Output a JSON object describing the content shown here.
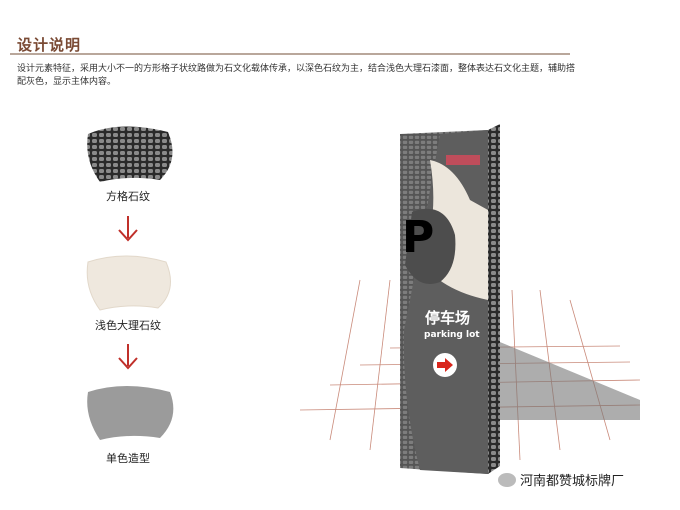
{
  "section": {
    "title": "设计说明",
    "description": "设计元素特征，采用大小不一的方形格子状纹路做为石文化载体传承，以深色石纹为主，结合浅色大理石漆面，整体表达石文化主题，辅助搭配灰色，显示主体内容。"
  },
  "steps": [
    {
      "label": "方格石纹"
    },
    {
      "label": "浅色大理石纹"
    },
    {
      "label": "单色造型"
    }
  ],
  "sign": {
    "letter": "P",
    "title_cn": "停车场",
    "title_en": "parking lot",
    "arrow_icon": "arrow-right-icon",
    "colors": {
      "face": "#5f5f5f",
      "stone": "#3a3a3a",
      "marble": "#ece6dc",
      "arrow": "#d9261c"
    }
  },
  "watermark": {
    "text": "河南都赞城标牌厂",
    "icon": "wechat-icon"
  },
  "colors": {
    "title": "#7a4a34",
    "rule": "#b9a79b",
    "arrow": "#c0302a"
  }
}
